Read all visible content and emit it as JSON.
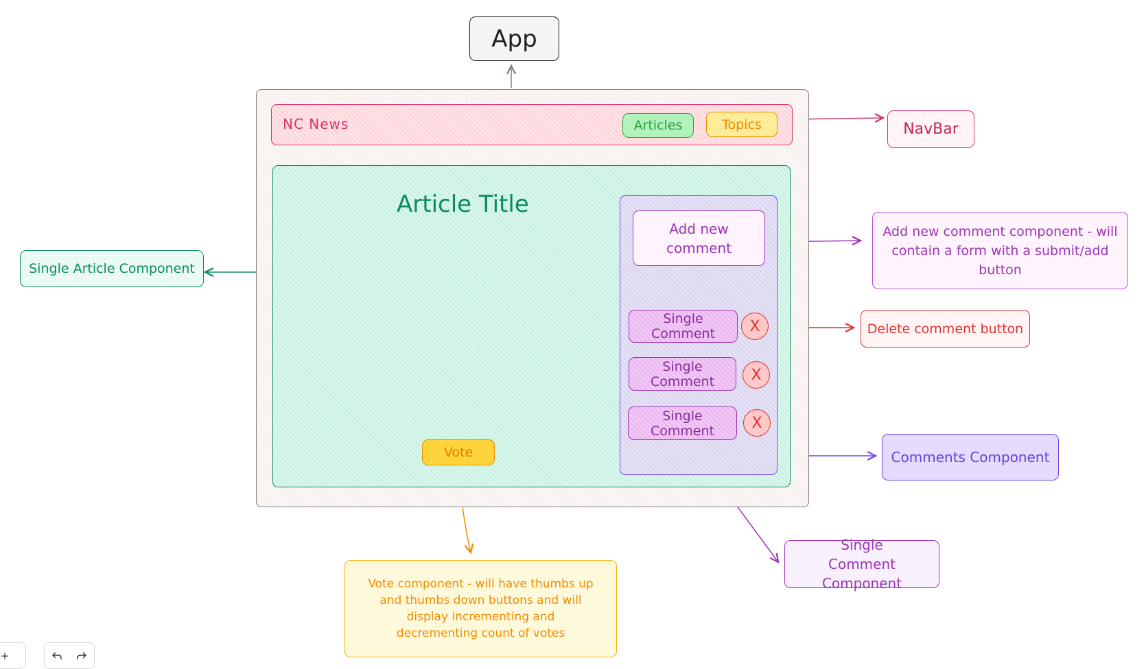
{
  "diagram": {
    "app_label": "App",
    "navbar": {
      "brand": "NC News",
      "articles_btn": "Articles",
      "topics_btn": "Topics",
      "annotation": "NavBar"
    },
    "article": {
      "title": "Article Title",
      "vote_btn": "Vote",
      "annotation": "Single Article Component"
    },
    "comments": {
      "add_new": "Add new comment",
      "single_comment": "Single Comment",
      "delete_glyph": "X",
      "annotation": "Comments Component",
      "add_annotation": "Add new comment component - will contain a form with a submit/add button",
      "delete_annotation": "Delete comment button",
      "single_annotation": "Single Comment Component"
    },
    "vote_annotation": "Vote component - will have thumbs up and thumbs down buttons and will display incrementing and decrementing count of votes"
  },
  "toolbar": {
    "zoom_in": "+",
    "undo_icon": "undo-icon",
    "redo_icon": "redo-icon"
  },
  "colors": {
    "navbar": "#d6336c",
    "article": "#0c8a5e",
    "comments": "#7048e8",
    "single_comment": "#9c36b5",
    "delete": "#e03131",
    "vote": "#f08c00",
    "app": "#1e1e1e"
  }
}
